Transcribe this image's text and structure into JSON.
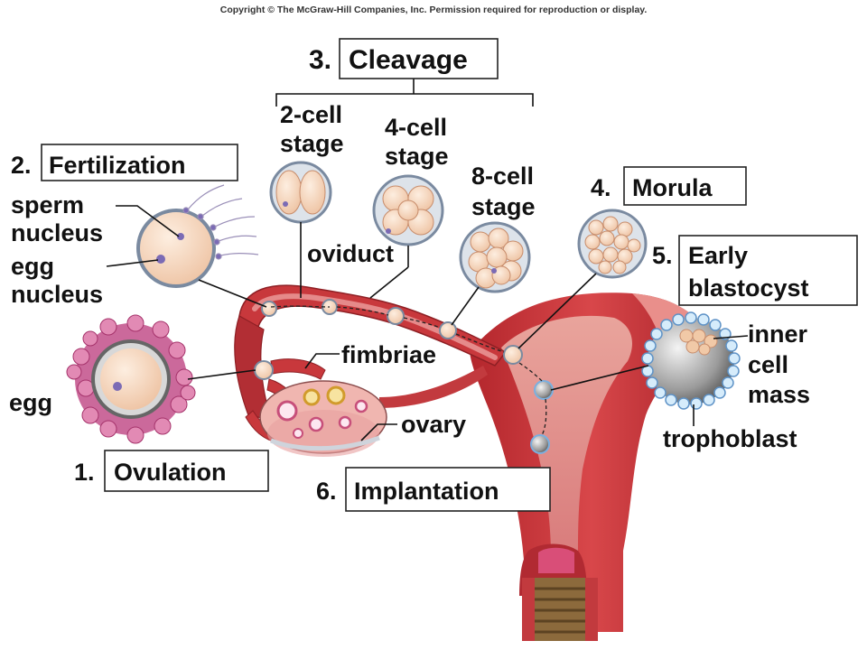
{
  "copyright": "Copyright © The McGraw-Hill Companies, Inc. Permission required for reproduction or display.",
  "steps": {
    "ovulation": {
      "num": "1.",
      "title": "Ovulation"
    },
    "fertilization": {
      "num": "2.",
      "title": "Fertilization"
    },
    "cleavage": {
      "num": "3.",
      "title": "Cleavage"
    },
    "morula": {
      "num": "4.",
      "title": "Morula"
    },
    "blastocyst": {
      "num": "5.",
      "title_line1": "Early",
      "title_line2": "blastocyst"
    },
    "implantation": {
      "num": "6.",
      "title": "Implantation"
    }
  },
  "labels": {
    "sperm_line1": "sperm",
    "sperm_line2": "nucleus",
    "eggnuc_line1": "egg",
    "eggnuc_line2": "nucleus",
    "egg": "egg",
    "stage2_line1": "2-cell",
    "stage2_line2": "stage",
    "stage4_line1": "4-cell",
    "stage4_line2": "stage",
    "stage8_line1": "8-cell",
    "stage8_line2": "stage",
    "oviduct": "oviduct",
    "fimbriae": "fimbriae",
    "ovary": "ovary",
    "icm_line1": "inner",
    "icm_line2": "cell",
    "icm_line3": "mass",
    "trophoblast": "trophoblast"
  },
  "colors": {
    "tissue": "#c8383c",
    "tissue_dark": "#8e1f24",
    "tissue_light": "#e58a8a",
    "cell_fill": "#f6d7c0",
    "cell_outline": "#7a8aa0",
    "nucleus": "#7b6bb5",
    "granulosa": "#d4689a"
  }
}
